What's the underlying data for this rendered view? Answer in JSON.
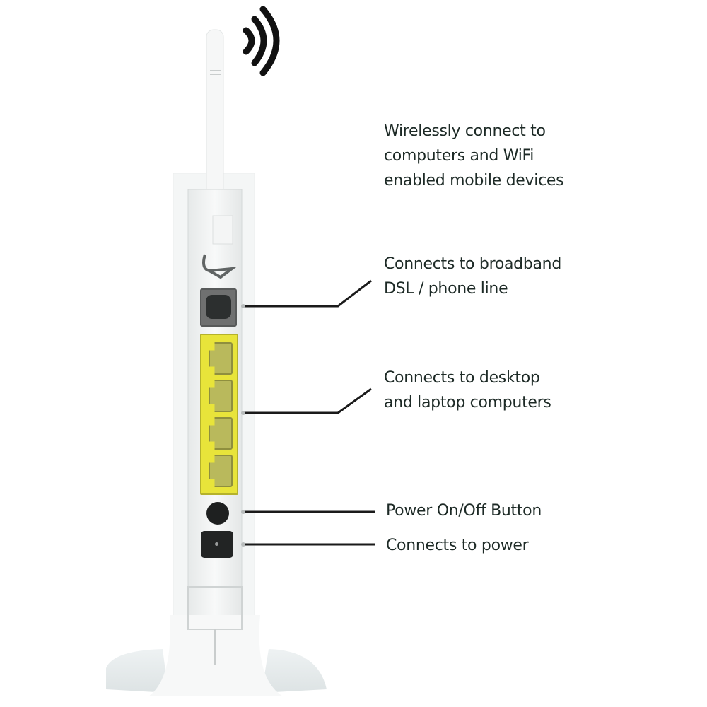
{
  "diagram": {
    "subject": "Wireless router (rear view)",
    "icons": {
      "wifi": "wifi-signal-icon",
      "antenna": "antenna",
      "dsl_port": "rj11-port",
      "lan_ports": "rj45-ports",
      "power_button": "power-button",
      "power_jack": "dc-power-jack"
    },
    "colors": {
      "background": "#ffffff",
      "router_body": "#f1f3f3",
      "lan_port_block": "#e8e43a",
      "lan_port_socket": "#b9b95c",
      "dsl_port": "#6f7070",
      "text": "#1d2a26",
      "leader_line": "#1a1a1a"
    },
    "lan_port_count": 4,
    "callouts": [
      {
        "id": "wireless",
        "lines": [
          "Wirelessly connect to",
          "computers and WiFi",
          "enabled mobile devices"
        ]
      },
      {
        "id": "dsl",
        "lines": [
          "Connects to broadband",
          "DSL / phone line"
        ]
      },
      {
        "id": "lan",
        "lines": [
          "Connects to desktop",
          "and laptop computers"
        ]
      },
      {
        "id": "power-button",
        "lines": [
          "Power On/Off Button"
        ]
      },
      {
        "id": "power-jack",
        "lines": [
          "Connects to power"
        ]
      }
    ]
  }
}
